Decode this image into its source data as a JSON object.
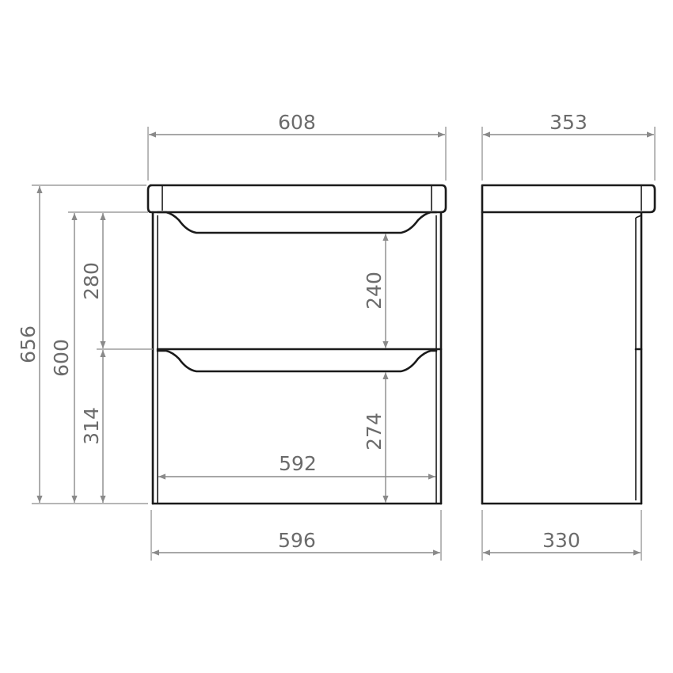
{
  "drawing": {
    "line_color": "#1a1a1a",
    "dimension_color": "#8a8a8a",
    "text_color": "#6b6b6b"
  },
  "dimensions": {
    "top_width_front": "608",
    "top_width_side": "353",
    "total_height": "656",
    "body_height": "600",
    "upper_section_height": "280",
    "lower_section_height": "314",
    "upper_drawer_height": "240",
    "lower_drawer_height": "274",
    "inner_width": "592",
    "body_width_front": "596",
    "body_width_side": "330"
  }
}
